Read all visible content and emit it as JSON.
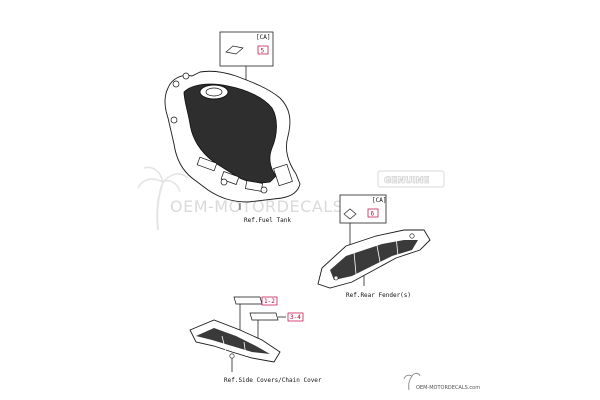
{
  "diagram": {
    "page_ref": "",
    "parts": [
      {
        "id": "tank",
        "label": "Ref.Fuel Tank",
        "region": "[CA]",
        "callout": "5"
      },
      {
        "id": "fender",
        "label": "Ref.Rear Fender(s)",
        "region": "[CA]",
        "callout": "6"
      },
      {
        "id": "covers",
        "label": "Ref.Side Covers/Chain Cover",
        "callouts": [
          "1-2",
          "3-4"
        ]
      }
    ]
  },
  "watermark": {
    "main": "OEM-MOTORDECALS.com",
    "stamp": "GENUINE",
    "footer": "OEM-MOTORDECALS.com"
  },
  "colors": {
    "callout": "#c0003a",
    "line": "#222222",
    "watermark": "#dadada"
  }
}
